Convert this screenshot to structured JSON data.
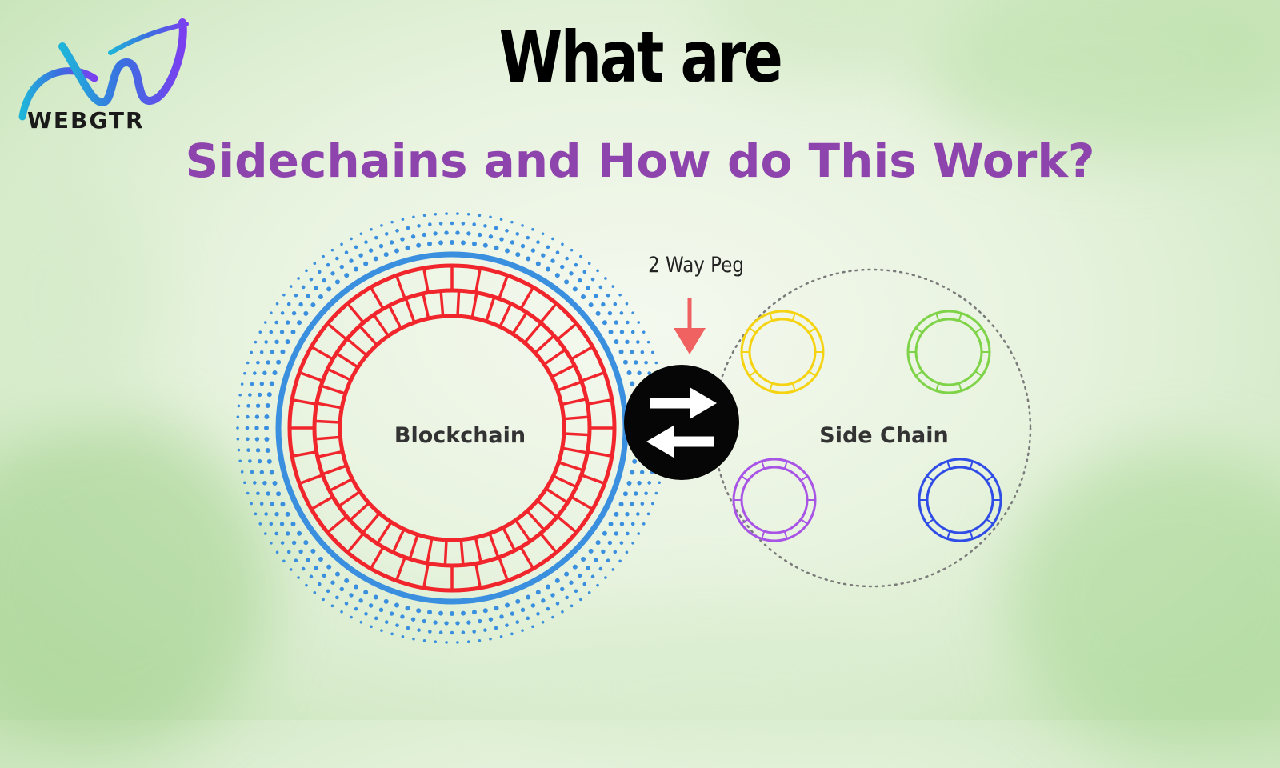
{
  "logo": {
    "text": "WEBGTR"
  },
  "title": {
    "line1": "What are",
    "line2": "Sidechains and How do This Work?"
  },
  "diagram": {
    "peg_label": "2 Way Peg",
    "main_chain_label": "Blockchain",
    "side_chain_label": "Side Chain"
  },
  "colors": {
    "title_purple": "#8e44ad",
    "main_ring_red": "#f0262c",
    "outer_ring_blue": "#3b8fdf",
    "peg_arrow": "#f06161",
    "sidechain_rings": [
      "#f5d312",
      "#7ed348",
      "#a855e6",
      "#2f4ce6"
    ]
  },
  "icons": [
    "webgtr-logo",
    "exchange-arrows-icon",
    "down-arrow-icon"
  ]
}
